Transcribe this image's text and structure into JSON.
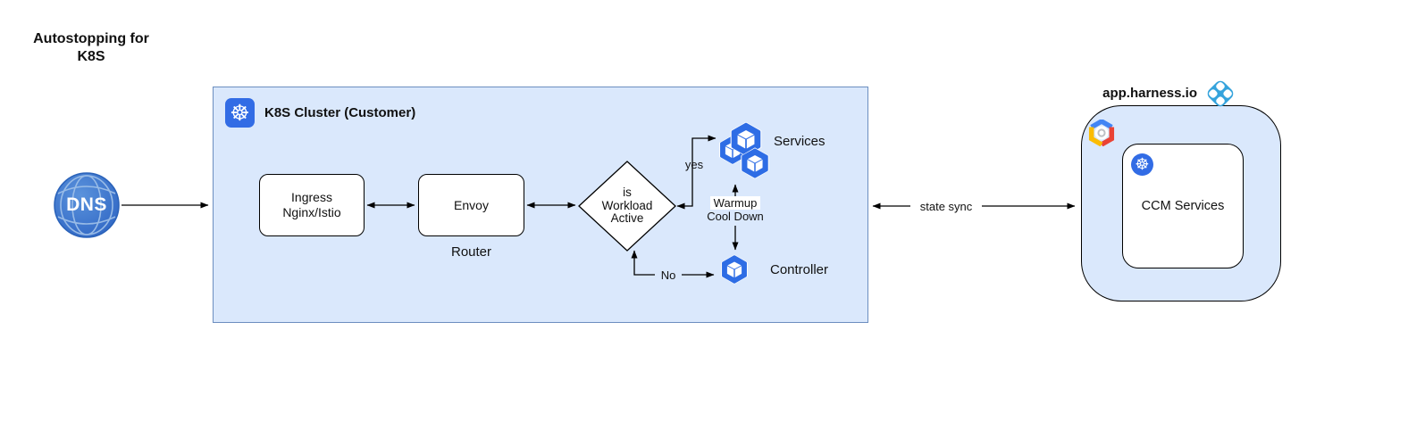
{
  "page": {
    "title": "Autostopping for\nK8S"
  },
  "cluster": {
    "title": "K8S Cluster (Customer)"
  },
  "harness": {
    "title": "app.harness.io"
  },
  "nodes": {
    "dns": "DNS",
    "ingress": "Ingress\nNginx/Istio",
    "envoy": "Envoy",
    "router": "Router",
    "decision": "is\nWorkload\nActive",
    "services": "Services",
    "controller": "Controller",
    "ccm": "CCM Services"
  },
  "edges": {
    "yes": "yes",
    "no": "No",
    "warmup_line1": "Warmup",
    "warmup_line2": "Cool Down",
    "state_sync": "state sync"
  },
  "glyphs": {
    "k8s_wheel": "☸"
  },
  "colors": {
    "cluster_fill": "#dae8fc",
    "cluster_stroke": "#6c8ebf",
    "k8s_blue": "#326ce5",
    "pod_blue": "#2e6de5",
    "dns_blue": "#3a77cf",
    "harness_cyan": "#35a3dc",
    "gcp_blue": "#4285f4",
    "gcp_red": "#ea4335",
    "gcp_yellow": "#fbbc05",
    "arrow_black": "#000000"
  }
}
